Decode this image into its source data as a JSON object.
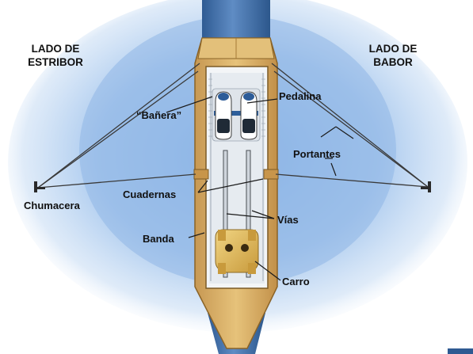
{
  "labels": {
    "starboard_side": [
      "LADO DE",
      "ESTRIBOR"
    ],
    "port_side": [
      "LADO DE",
      "BABOR"
    ],
    "bathtub": "“Bañera”",
    "footrest": "Pedalina",
    "riggers": "Portantes",
    "oarlock": "Chumacera",
    "frames": "Cuadernas",
    "tracks": "Vías",
    "gunwale": "Banda",
    "seat": "Carro"
  },
  "colors": {
    "water": "#9fc3ea",
    "hull_blue": "#3f6ea6",
    "hull_brown": "#b98a45",
    "deck_tan": "#d6ad62",
    "cockpit": "#f4f6f8",
    "rigger": "#3a3a3a",
    "seat_gold": "#d9b353"
  }
}
